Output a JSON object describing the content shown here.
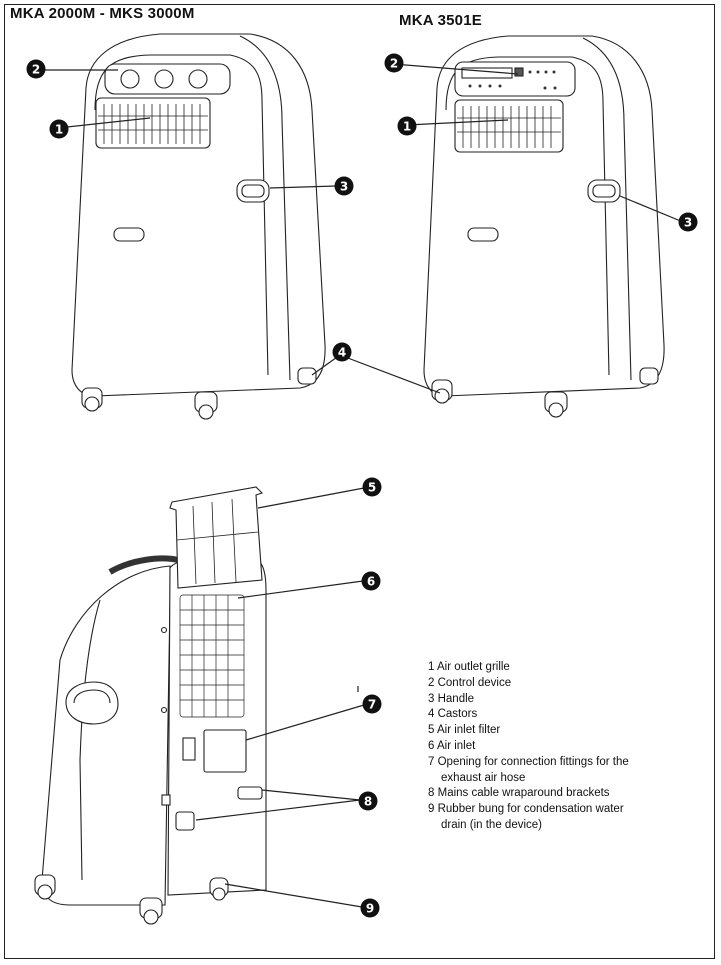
{
  "titles": {
    "left_model": "MKA 2000M - MKS 3000M",
    "right_model": "MKA 3501E"
  },
  "callouts": [
    "1",
    "2",
    "3",
    "4",
    "5",
    "6",
    "7",
    "8",
    "9"
  ],
  "legend": [
    {
      "num": "1",
      "label": "Air outlet grille"
    },
    {
      "num": "2",
      "label": "Control device"
    },
    {
      "num": "3",
      "label": "Handle"
    },
    {
      "num": "4",
      "label": "Castors"
    },
    {
      "num": "5",
      "label": "Air inlet filter"
    },
    {
      "num": "6",
      "label": "Air inlet"
    },
    {
      "num": "7",
      "label": "Opening for connection fittings for the",
      "cont": "exhaust air hose"
    },
    {
      "num": "8",
      "label": "Mains cable wraparound brackets"
    },
    {
      "num": "9",
      "label": "Rubber bung for condensation water",
      "cont": "drain (in the device)"
    }
  ],
  "colors": {
    "line": "#222222",
    "badge": "#111111",
    "body_fill": "#ffffff"
  }
}
